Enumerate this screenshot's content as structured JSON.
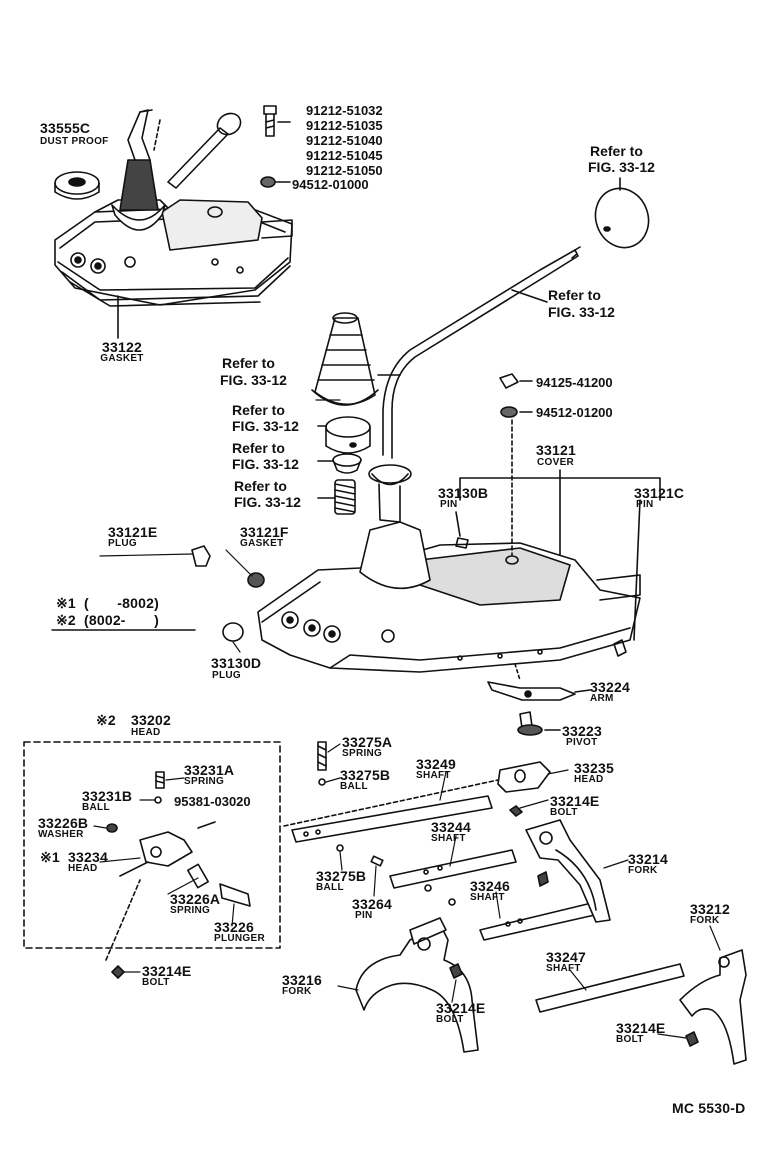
{
  "part_numbers": [
    "91212-51032",
    "91212-51035",
    "91212-51040",
    "91212-51045",
    "91212-51050",
    "94512-01000",
    "94125-41200",
    "94512-01200",
    "95381-03020",
    "33555C",
    "33122",
    "33121",
    "33130B",
    "33121C",
    "33121E",
    "33121F",
    "33130D",
    "33224",
    "33223",
    "33202",
    "33275A",
    "33249",
    "33235",
    "33231A",
    "33275B",
    "33231B",
    "33214E",
    "33226B",
    "33244",
    "33234",
    "33214",
    "33264",
    "33246",
    "33226A",
    "33226",
    "33212",
    "33247",
    "33216"
  ],
  "part_names": {
    "dust_proof": "DUST PROOF",
    "gasket": "GASKET",
    "cover": "COVER",
    "pin": "PIN",
    "plug": "PLUG",
    "arm": "ARM",
    "pivot": "PIVOT",
    "head": "HEAD",
    "spring": "SPRING",
    "shaft": "SHAFT",
    "ball": "BALL",
    "bolt": "BOLT",
    "washer": "WASHER",
    "fork": "FORK",
    "plunger": "PLUNGER"
  },
  "refer_to": "Refer to",
  "fig_ref": "FIG. 33-12",
  "applicability": {
    "marker_1": "※1",
    "range_1": "(　　-8002)",
    "marker_2": "※2",
    "range_2": "(8002-　　)",
    "head_prefix": "※2",
    "head_234_prefix": "※1"
  },
  "diagram_code": "MC 5530-D"
}
